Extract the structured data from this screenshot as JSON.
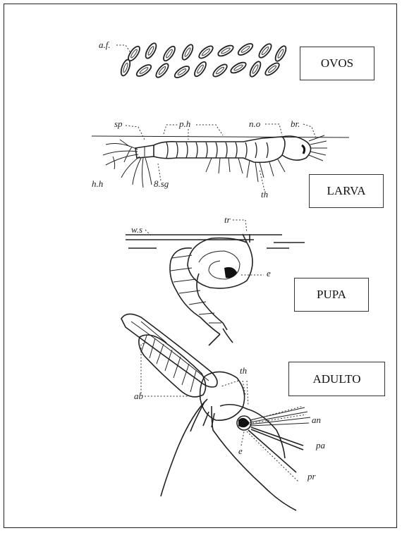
{
  "stages": {
    "ovos": "OVOS",
    "larva": "LARVA",
    "pupa": "PUPA",
    "adulto": "ADULTO"
  },
  "labels": {
    "af": "a.f.",
    "sp": "sp",
    "ph": "p.h",
    "no": "n.o",
    "br": "br.",
    "hh": "h.h",
    "sg": "8.sg",
    "th_larva": "th",
    "tr": "tr",
    "ws": "w.s",
    "e_pupa": "e",
    "th_adult": "th",
    "ab": "ab",
    "an": "an",
    "pa": "pa",
    "pr": "pr",
    "e_adult": "e"
  }
}
